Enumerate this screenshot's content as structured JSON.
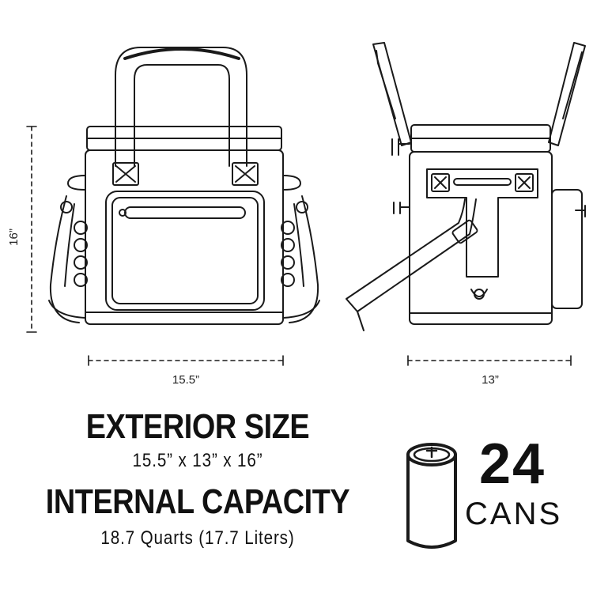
{
  "dimensions": {
    "height_label": "16”",
    "width_label": "15.5”",
    "depth_label": "13”"
  },
  "specs": {
    "exterior_title": "EXTERIOR SIZE",
    "exterior_dims": "15.5” x 13” x 16”",
    "capacity_title": "INTERNAL CAPACITY",
    "capacity_detail": "18.7 Quarts (17.7 Liters)"
  },
  "can_callout": {
    "count": "24",
    "unit": "CANS",
    "icon": "can-icon"
  },
  "colors": {
    "line": "#1a1a1a",
    "background": "#ffffff"
  }
}
